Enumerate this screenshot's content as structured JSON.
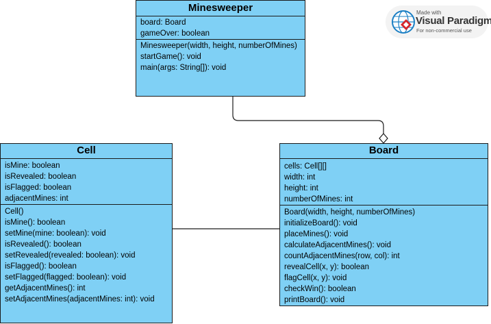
{
  "classes": {
    "minesweeper": {
      "name": "Minesweeper",
      "attributes": [
        "board: Board",
        "gameOver: boolean"
      ],
      "operations": [
        "Minesweeper(width, height, numberOfMines)",
        "startGame(): void",
        "main(args: String[]): void"
      ]
    },
    "cell": {
      "name": "Cell",
      "attributes": [
        "isMine: boolean",
        "isRevealed: boolean",
        "isFlagged: boolean",
        "adjacentMines: int"
      ],
      "operations": [
        "Cell()",
        "isMine(): boolean",
        "setMine(mine: boolean): void",
        "isRevealed(): boolean",
        "setRevealed(revealed: boolean): void",
        "isFlagged(): boolean",
        "setFlagged(flagged:  boolean): void",
        "getAdjacentMines(): int",
        "setAdjacentMines(adjacentMines: int): void"
      ]
    },
    "board": {
      "name": "Board",
      "attributes": [
        "cells: Cell[][]",
        "width: int",
        "height: int",
        "numberOfMines: int"
      ],
      "operations": [
        "Board(width, height, numberOfMines)",
        "initializeBoard(): void",
        "placeMines(): void",
        "calculateAdjacentMines(): void",
        "countAdjacentMines(row, col): int",
        "revealCell(x, y):  boolean",
        "flagCell(x, y): void",
        "checkWin(): boolean",
        "printBoard(): void"
      ]
    }
  },
  "relationships": [
    {
      "from": "Minesweeper",
      "to": "Board",
      "type": "aggregation"
    },
    {
      "from": "Cell",
      "to": "Board",
      "type": "association"
    }
  ],
  "watermark": {
    "made_with": "Made with",
    "brand": "Visual Paradigm",
    "note": "For non-commercial use"
  },
  "colors": {
    "class_fill": "#7fd0f5",
    "border": "#1a1a1a"
  }
}
